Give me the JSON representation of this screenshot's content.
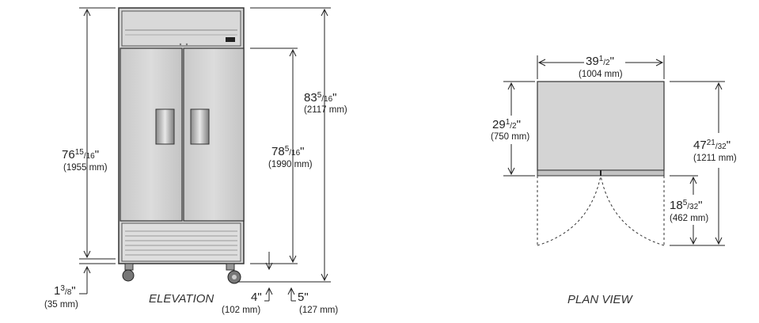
{
  "elevation": {
    "caption": "ELEVATION",
    "dims": {
      "overall_height": {
        "whole": "83",
        "num": "5",
        "den": "16",
        "unit": "\"",
        "mm": "(2117 mm)"
      },
      "body_height": {
        "whole": "78",
        "num": "5",
        "den": "16",
        "unit": "\"",
        "mm": "(1990 mm)"
      },
      "cabinet_height": {
        "whole": "76",
        "num": "15",
        "den": "16",
        "unit": "\"",
        "mm": "(1955 mm)"
      },
      "caster_height": {
        "whole": "1",
        "num": "3",
        "den": "8",
        "unit": "\"",
        "mm": "(35 mm)"
      },
      "caster_offset_4": {
        "whole": "4",
        "num": "",
        "den": "",
        "unit": "\"",
        "mm": "(102 mm)"
      },
      "caster_offset_5": {
        "whole": "5",
        "num": "",
        "den": "",
        "unit": "\"",
        "mm": "(127 mm)"
      }
    }
  },
  "plan": {
    "caption": "PLAN VIEW",
    "dims": {
      "width": {
        "whole": "39",
        "num": "1",
        "den": "2",
        "unit": "\"",
        "mm": "(1004 mm)"
      },
      "depth": {
        "whole": "29",
        "num": "1",
        "den": "2",
        "unit": "\"",
        "mm": "(750 mm)"
      },
      "depth_open": {
        "whole": "47",
        "num": "21",
        "den": "32",
        "unit": "\"",
        "mm": "(1211 mm)"
      },
      "door_swing": {
        "whole": "18",
        "num": "5",
        "den": "32",
        "unit": "\"",
        "mm": "(462 mm)"
      }
    }
  }
}
